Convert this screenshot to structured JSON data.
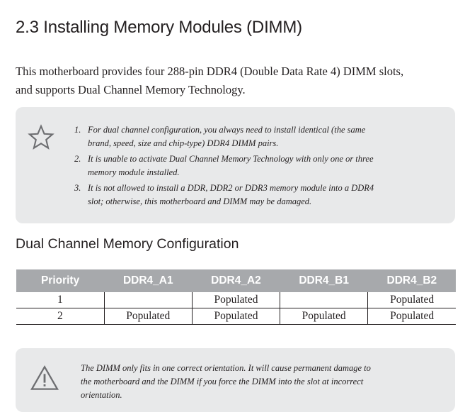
{
  "page": {
    "title": "2.3  Installing Memory Modules (DIMM)",
    "intro_line1": "This motherboard provides four 288-pin DDR4 (Double Data Rate 4) DIMM slots,",
    "intro_line2": "and supports Dual Channel Memory Technology."
  },
  "note": {
    "icon": "star-icon",
    "items": [
      {
        "num": "1.",
        "line1": "For dual channel configuration, you always need to install identical (the same",
        "line2": "brand, speed, size and chip-type) DDR4 DIMM pairs."
      },
      {
        "num": "2.",
        "line1": "It is unable to activate Dual Channel Memory Technology with only one or three",
        "line2": "memory module installed."
      },
      {
        "num": "3.",
        "line1": "It is not allowed to install a DDR, DDR2 or DDR3 memory module into a DDR4",
        "line2": "slot; otherwise, this motherboard and DIMM may be damaged."
      }
    ]
  },
  "config": {
    "section_title": "Dual Channel Memory Configuration",
    "headers": [
      "Priority",
      "DDR4_A1",
      "DDR4_A2",
      "DDR4_B1",
      "DDR4_B2"
    ],
    "rows": [
      [
        "1",
        "",
        "Populated",
        "",
        "Populated"
      ],
      [
        "2",
        "Populated",
        "Populated",
        "Populated",
        "Populated"
      ]
    ]
  },
  "warning": {
    "icon": "warning-triangle-icon",
    "line1": "The DIMM only fits in one correct orientation. It will cause permanent damage to",
    "line2": "the motherboard and the DIMM if you force the DIMM into the slot at incorrect",
    "line3": "orientation."
  },
  "colors": {
    "box_bg": "#e8e9ea",
    "table_header_bg": "#a7a9ac",
    "text": "#231f20",
    "icon_stroke": "#6d6e71"
  }
}
